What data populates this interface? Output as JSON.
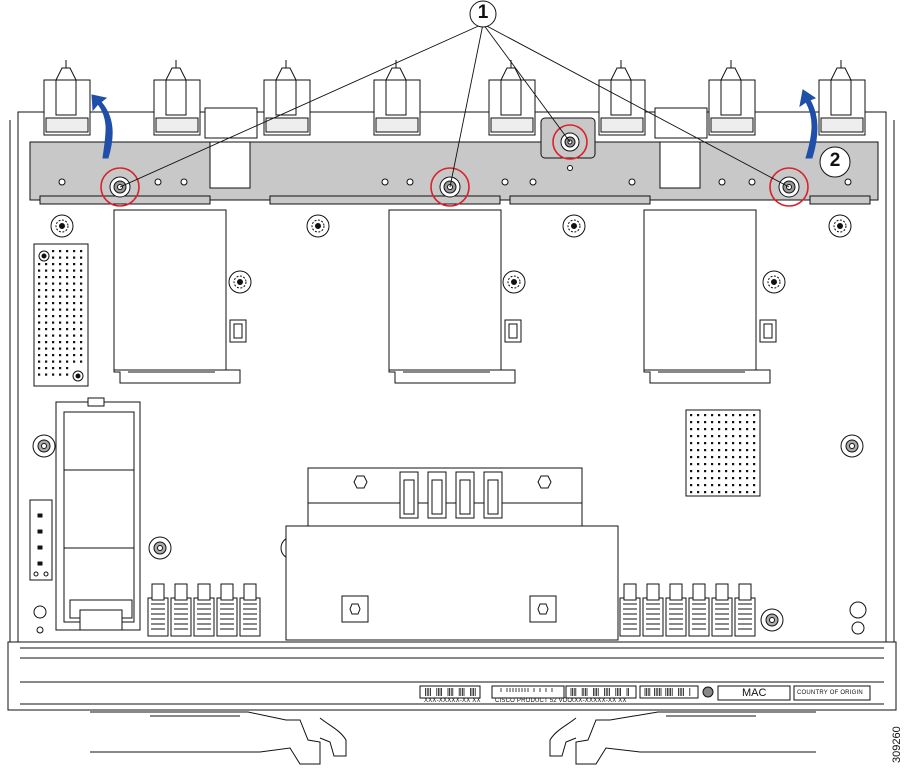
{
  "diagram": {
    "callouts": [
      {
        "number": "1"
      },
      {
        "number": "2"
      }
    ],
    "labels": {
      "mac": "MAC",
      "country_of_origin": "COUNTRY OF ORIGIN",
      "product_label": "CISCO PRODUCT 52 VDC",
      "barcode_code_1": "XXX-XXXXX-XX XX",
      "barcode_code_2": "XXX-XXXXX-XX XX",
      "figure_id": "309260"
    },
    "colors": {
      "line": "#111111",
      "plate": "#c8c8c8",
      "screw_highlight": "#d8232a",
      "arrow": "#1f4fa8"
    }
  }
}
